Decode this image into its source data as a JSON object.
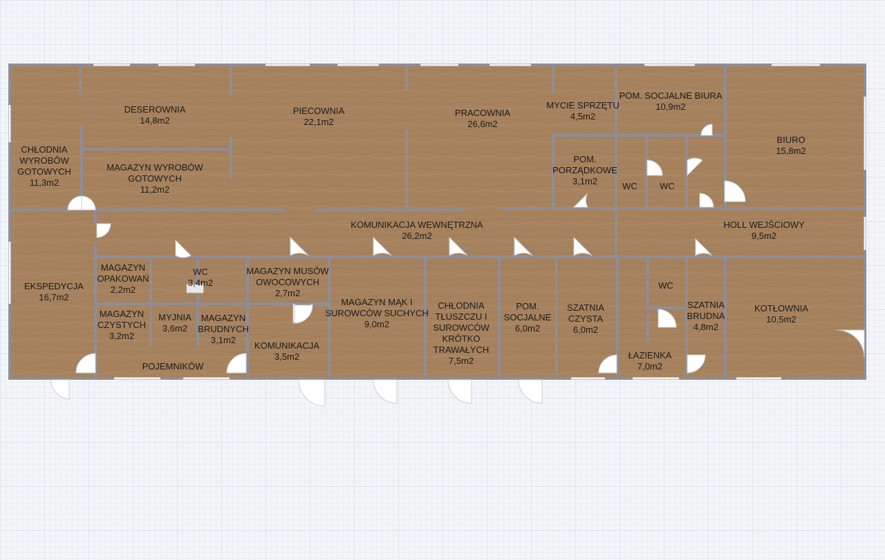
{
  "canvas": {
    "background": "#f3f5f8"
  },
  "colors": {
    "floor": "#a6825e",
    "wall": "#8e8e96",
    "door": "#ffffff"
  },
  "rooms": [
    {
      "id": "deserownia",
      "name": [
        "DESEROWNIA"
      ],
      "area": "14,8m2"
    },
    {
      "id": "piecownia",
      "name": [
        "PIECOWNIA"
      ],
      "area": "22,1m2"
    },
    {
      "id": "pracownia",
      "name": [
        "PRACOWNIA"
      ],
      "area": "26,6m2"
    },
    {
      "id": "mycie",
      "name": [
        "MYCIE SPRZĘTU"
      ],
      "area": "4,5m2"
    },
    {
      "id": "pom-socjalne-biura",
      "name": [
        "POM. SOCJALNE BIURA"
      ],
      "area": "10,9m2"
    },
    {
      "id": "biuro",
      "name": [
        "BIURO"
      ],
      "area": "15,8m2"
    },
    {
      "id": "chlodnia-wyrobow",
      "name": [
        "CHŁODNIA",
        "WYROBÓW",
        "GOTOWYCH"
      ],
      "area": "11,3m2"
    },
    {
      "id": "magazyn-wyrobow",
      "name": [
        "MAGAZYN WYROBÓW",
        "GOTOWYCH"
      ],
      "area": "11,2m2"
    },
    {
      "id": "pom-porzadkowe",
      "name": [
        "POM.",
        "PORZĄDKOWE"
      ],
      "area": "3,1m2"
    },
    {
      "id": "wc-1",
      "name": [
        "WC"
      ],
      "area": ""
    },
    {
      "id": "wc-2",
      "name": [
        "WC"
      ],
      "area": ""
    },
    {
      "id": "komunikacja-wew",
      "name": [
        "KOMUNIKACJA WEWNĘTRZNA"
      ],
      "area": "26,2m2"
    },
    {
      "id": "holl",
      "name": [
        "HOLL WEJŚCIOWY"
      ],
      "area": "9,5m2"
    },
    {
      "id": "ekspedycja",
      "name": [
        "EKSPEDYCJA"
      ],
      "area": "16,7m2"
    },
    {
      "id": "mag-opakowan",
      "name": [
        "MAGAZYN",
        "OPAKOWAŃ"
      ],
      "area": "2,2m2"
    },
    {
      "id": "wc-3",
      "name": [
        "WC"
      ],
      "area": "3,4m2"
    },
    {
      "id": "mag-musow",
      "name": [
        "MAGAZYN MUSÓW",
        "OWOCOWYCH"
      ],
      "area": "2,7m2"
    },
    {
      "id": "mag-mak",
      "name": [
        "MAGAZYN MĄK I",
        "SUROWCÓW SUCHYCH"
      ],
      "area": "9,0m2"
    },
    {
      "id": "chlodnia-tluszczu",
      "name": [
        "CHŁODNIA",
        "TŁUSZCZU I",
        "SUROWCÓW",
        "KRÓTKO",
        "TRAWAŁYCH"
      ],
      "area": "7,5m2"
    },
    {
      "id": "pom-socjalne",
      "name": [
        "POM.",
        "SOCJALNE"
      ],
      "area": "6,0m2"
    },
    {
      "id": "szatnia-czysta",
      "name": [
        "SZATNIA",
        "CZYSTA"
      ],
      "area": "6,0m2"
    },
    {
      "id": "wc-4",
      "name": [
        "WC"
      ],
      "area": ""
    },
    {
      "id": "szatnia-brudna",
      "name": [
        "SZATNIA",
        "BRUDNA"
      ],
      "area": "4,8m2"
    },
    {
      "id": "kotlownia",
      "name": [
        "KOTŁOWNIA"
      ],
      "area": "10,5m2"
    },
    {
      "id": "mag-czystych",
      "name": [
        "MAGAZYN",
        "CZYSTYCH"
      ],
      "area": "3,2m2"
    },
    {
      "id": "myjnia",
      "name": [
        "MYJNIA"
      ],
      "area": "3,6m2"
    },
    {
      "id": "mag-brudnych",
      "name": [
        "MAGAZYN",
        "BRUDNYCH"
      ],
      "area": "3,1m2"
    },
    {
      "id": "pojemnikow",
      "name": [
        "POJEMNIKÓW"
      ],
      "area": ""
    },
    {
      "id": "komunikacja",
      "name": [
        "KOMUNIKACJA"
      ],
      "area": "3,5m2"
    },
    {
      "id": "lazienka",
      "name": [
        "ŁAZIENKA"
      ],
      "area": "7,0m2"
    }
  ]
}
